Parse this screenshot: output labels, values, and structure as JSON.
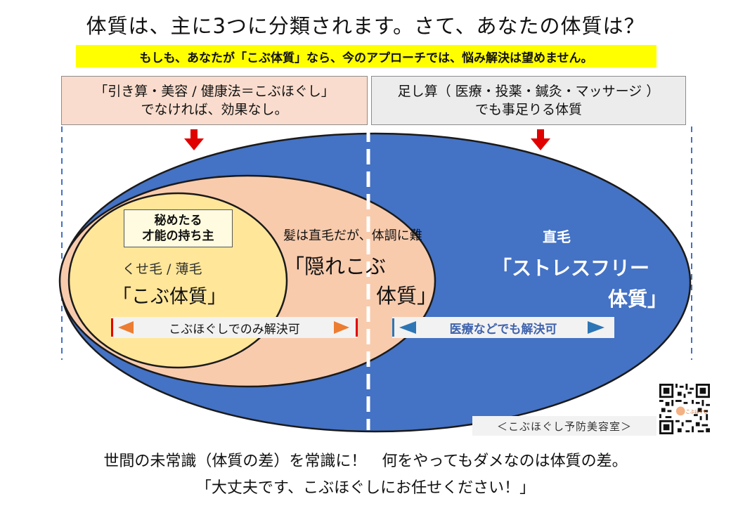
{
  "title": "体質は、主に3つに分類されます。さて、あなたの体質は？",
  "subtitle": "もしも、あなたが「こぶ体質」なら、今のアプローチでは、悩み解決は望めません。",
  "top_boxes": {
    "left": {
      "line1": "「引き算・美容 / 健康法＝こぶほぐし」",
      "line2": "でなければ、効果なし。"
    },
    "right": {
      "line1": "足し算（ 医療・投薬・鍼灸・マッサージ ）",
      "line2": "でも事足りる体質"
    }
  },
  "inner_circle": {
    "box_line1": "秘めたる",
    "box_line2": "才能の持ち主",
    "hair": "くせ毛 / 薄毛",
    "name": "「こぶ体質」"
  },
  "middle_region": {
    "desc": "髪は直毛だが、体調に難",
    "name_line1": "「隠れこぶ",
    "name_line2": "体質」"
  },
  "outer_region": {
    "hair": "直毛",
    "name_line1": "「ストレスフリー",
    "name_line2": "体質」"
  },
  "banners": {
    "left": "こぶほぐしでのみ解決可",
    "right": "医療などでも解決可"
  },
  "qr": {
    "caption": "＜こぶほぐし予防美容室＞",
    "overlay_text": "こぶほぐし"
  },
  "footer": {
    "line1": "世間の未常識（体質の差）を常識に！　何をやってもダメなのは体質の差。",
    "line2": "「大丈夫です、こぶほぐしにお任せください！」"
  },
  "colors": {
    "outer_ellipse": "#4472c4",
    "middle_ellipse": "#f8cbad",
    "inner_circle": "#ffe699",
    "subtitle_bg": "#ffff00",
    "arrow_red": "#e00000",
    "orange_triangle": "#ed7d31",
    "blue_triangle": "#2e75b6"
  }
}
